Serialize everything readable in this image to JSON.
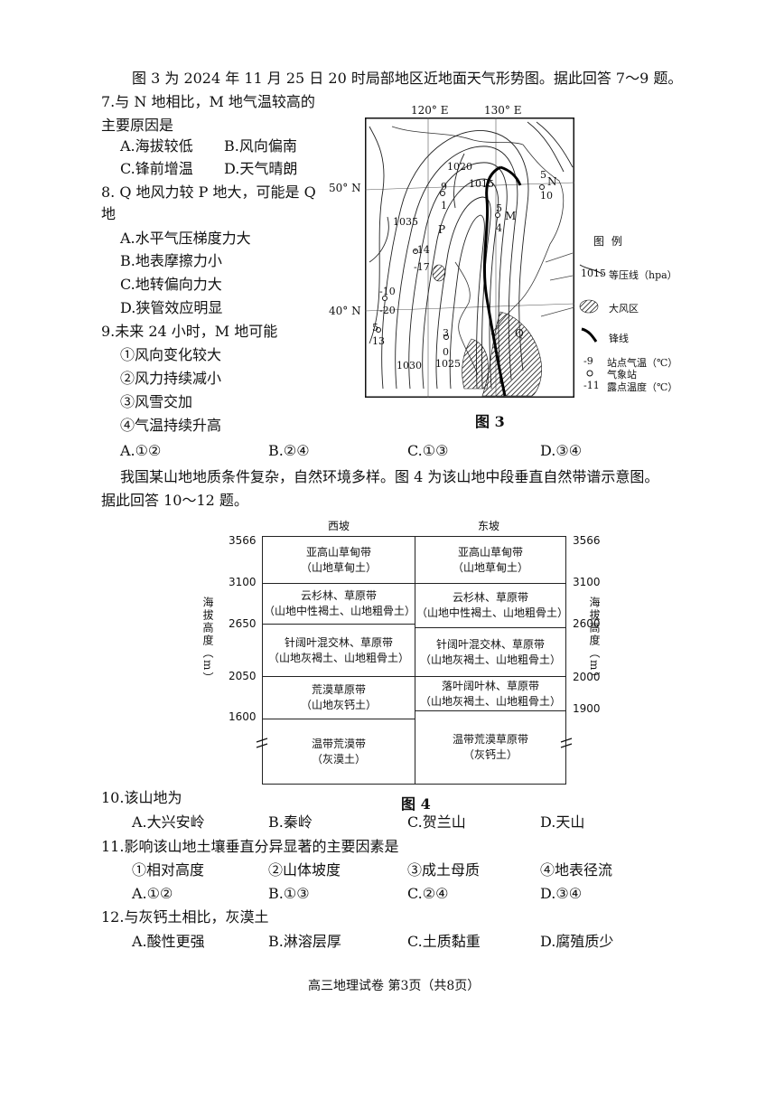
{
  "intro1": "图 3 为 2024 年 11 月 25 日 20 时局部地区近地面天气形势图。据此回答 7～9 题。",
  "q7": {
    "stem1": "7.与 N 地相比，M 地气温较高的",
    "stem2": "主要原因是",
    "A": "A.海拔较低",
    "B": "B.风向偏南",
    "C": "C.锋前增温",
    "D": "D.天气晴朗"
  },
  "q8": {
    "stem1": "8. Q 地风力较 P 地大，可能是 Q",
    "stem2": "地",
    "A": "A.水平气压梯度力大",
    "B": "B.地表摩擦力小",
    "C": "C.地转偏向力大",
    "D": "D.狭管效应明显"
  },
  "q9": {
    "stem": "9.未来 24 小时，M 地可能",
    "o1": "①风向变化较大",
    "o2": "②风力持续减小",
    "o3": "③风雪交加",
    "o4": "④气温持续升高",
    "A": "A.①②",
    "B": "B.②④",
    "C": "C.①③",
    "D": "D.③④"
  },
  "map": {
    "caption": "图 3",
    "lon1": "120° E",
    "lon2": "130° E",
    "lat1": "50° N",
    "lat2": "40° N",
    "iso": [
      "1020",
      "1015",
      "1035",
      "1030",
      "1025"
    ],
    "labels": {
      "N": "N",
      "M": "M",
      "P": "P",
      "Q": "Q"
    },
    "stations": {
      "n_t": "5",
      "n_d": "10",
      "m_t": "5",
      "m_d": "4",
      "nw_t": "9",
      "nw_d": "1",
      "p_t": "-14",
      "p_d": "-17",
      "w_t": "-10",
      "w_d": "-20",
      "sw_t": "5",
      "sw_d": "13",
      "s_t": "3",
      "s_d": "0"
    },
    "legend": {
      "title": "图 例",
      "isobar_num": "1015",
      "isobar": "等压线（hpa）",
      "wind": "大风区",
      "front": "锋线",
      "temp_num": "-9",
      "temp": "站点气温（℃）",
      "station": "气象站",
      "dew_num": "-11",
      "dew": "露点温度（℃）"
    }
  },
  "intro2a": "我国某山地地质条件复杂，自然环境多样。图 4 为该山地中段垂直自然带谱示意图。",
  "intro2b": "据此回答 10～12 题。",
  "fig4": {
    "caption": "图 4",
    "west_title": "西坡",
    "east_title": "东坡",
    "left_axis": "海拔高度（m）",
    "right_axis": "海拔高度（m）",
    "west_ticks": [
      "3566",
      "3100",
      "2650",
      "2050",
      "1600"
    ],
    "east_ticks": [
      "3566",
      "3100",
      "2600",
      "2000",
      "1900"
    ],
    "west_zones": [
      {
        "name": "亚高山草甸带",
        "soil": "（山地草甸土）"
      },
      {
        "name": "云杉林、草原带",
        "soil": "（山地中性褐土、山地粗骨土）"
      },
      {
        "name": "针阔叶混交林、草原带",
        "soil": "（山地灰褐土、山地粗骨土）"
      },
      {
        "name": "荒漠草原带",
        "soil": "（山地灰钙土）"
      },
      {
        "name": "温带荒漠带",
        "soil": "（灰漠土）"
      }
    ],
    "east_zones": [
      {
        "name": "亚高山草甸带",
        "soil": "（山地草甸土）"
      },
      {
        "name": "云杉林、草原带",
        "soil": "（山地中性褐土、山地粗骨土）"
      },
      {
        "name": "针阔叶混交林、草原带",
        "soil": "（山地灰褐土、山地粗骨土）"
      },
      {
        "name": "落叶阔叶林、草原带",
        "soil": "（山地灰褐土、山地粗骨土）"
      },
      {
        "name": "温带荒漠草原带",
        "soil": "（灰钙土）"
      }
    ]
  },
  "q10": {
    "stem": "10.该山地为",
    "A": "A.大兴安岭",
    "B": "B.秦岭",
    "C": "C.贺兰山",
    "D": "D.天山"
  },
  "q11": {
    "stem": "11.影响该山地土壤垂直分异显著的主要因素是",
    "o1": "①相对高度",
    "o2": "②山体坡度",
    "o3": "③成土母质",
    "o4": "④地表径流",
    "A": "A.①②",
    "B": "B.①③",
    "C": "C.②④",
    "D": "D.③④"
  },
  "q12": {
    "stem": "12.与灰钙土相比，灰漠土",
    "A": "A.酸性更强",
    "B": "B.淋溶层厚",
    "C": "C.土质黏重",
    "D": "D.腐殖质少"
  },
  "footer": "高三地理试卷 第3页（共8页）"
}
